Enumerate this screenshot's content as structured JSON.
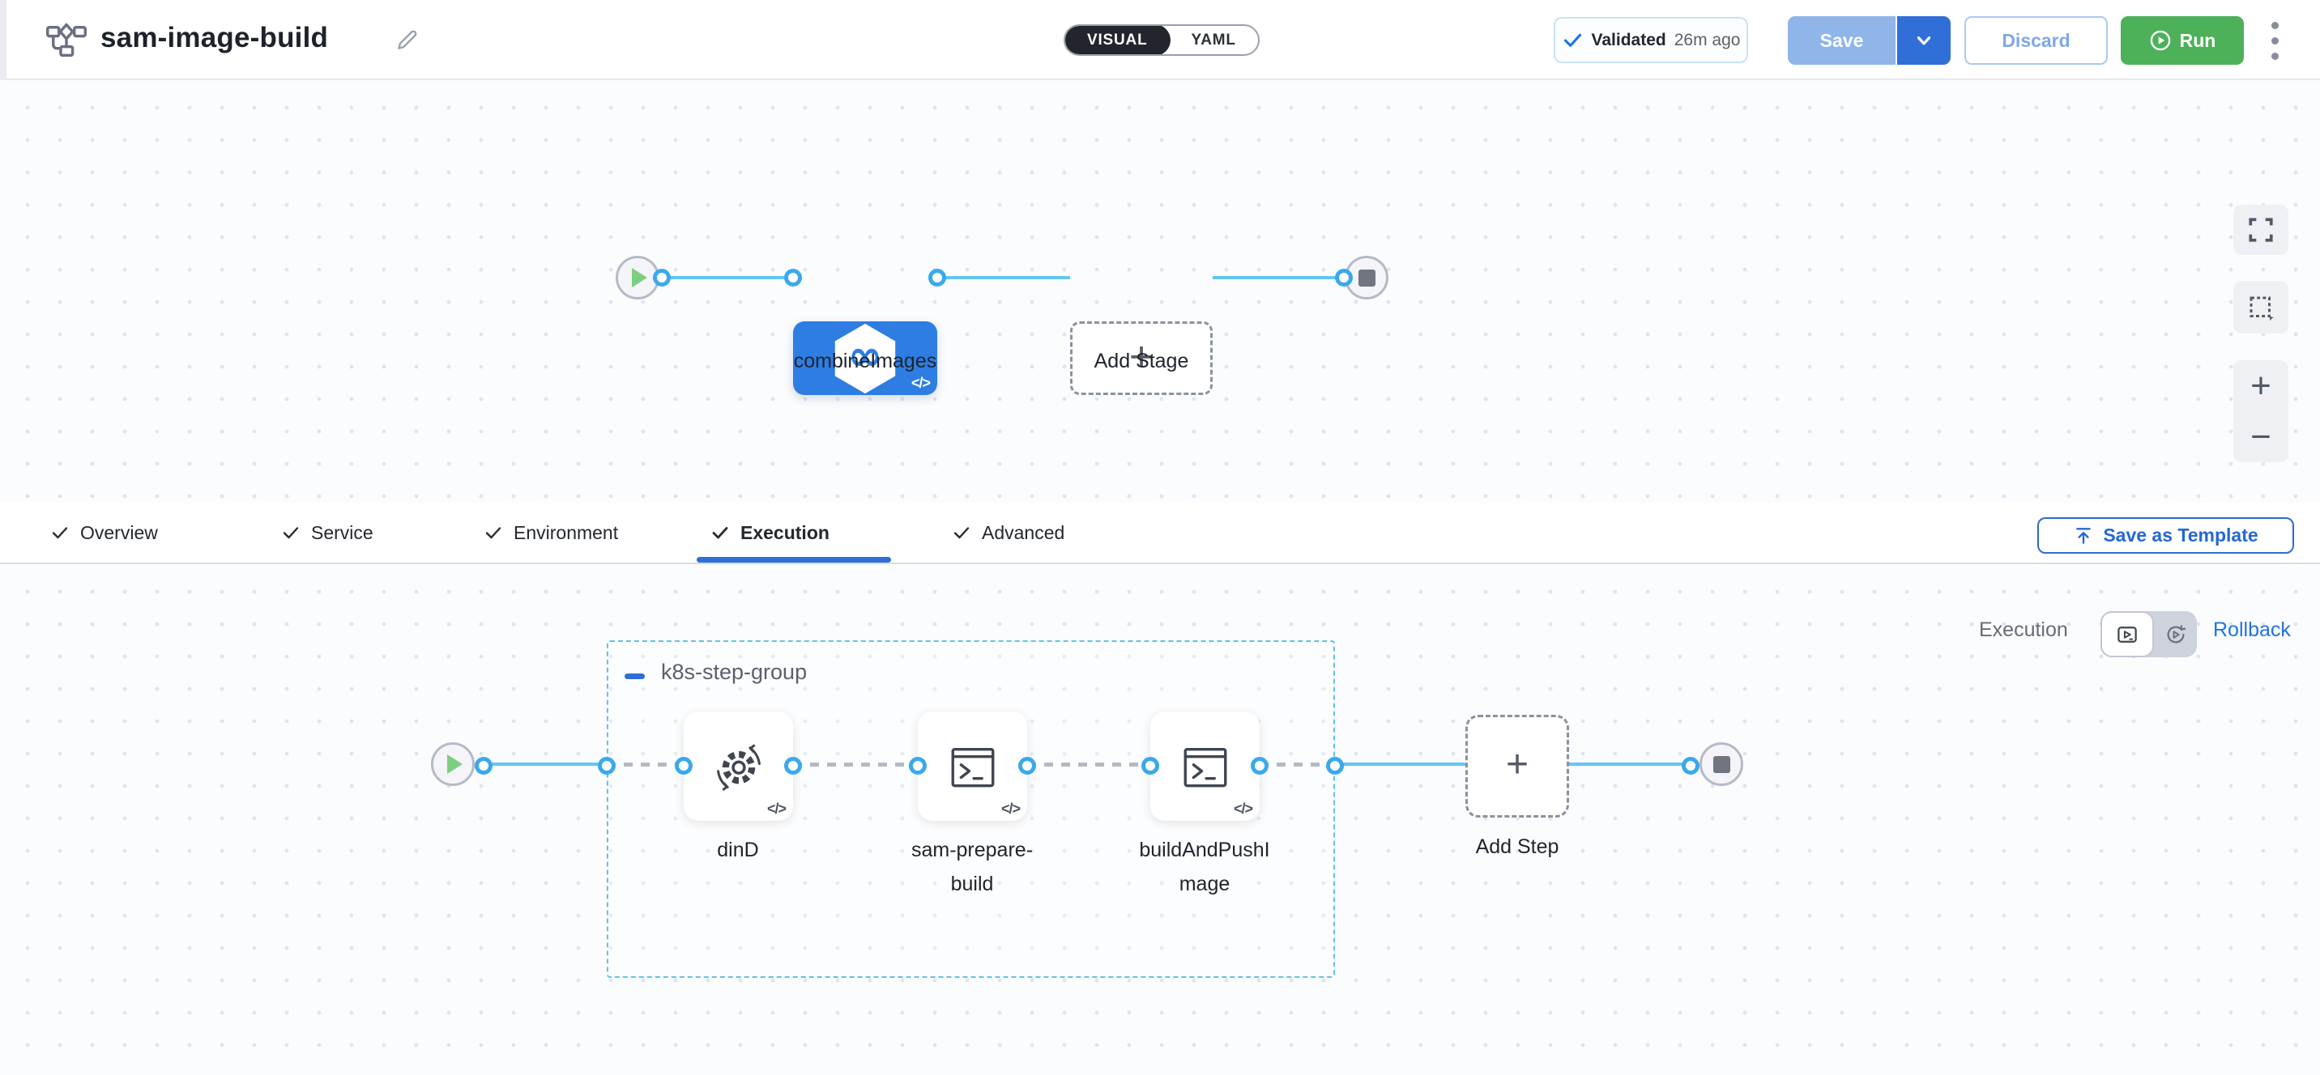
{
  "header": {
    "title": "sam-image-build",
    "mode_visual": "VISUAL",
    "mode_yaml": "YAML",
    "validated_label": "Validated",
    "validated_time": "26m ago",
    "save": "Save",
    "discard": "Discard",
    "run": "Run"
  },
  "pipeline": {
    "stage_label": "combineImages",
    "add_stage": "Add Stage"
  },
  "tabs": {
    "overview": "Overview",
    "service": "Service",
    "environment": "Environment",
    "execution": "Execution",
    "advanced": "Advanced",
    "active": "Execution",
    "save_as_template": "Save as Template"
  },
  "execution_panel": {
    "panel_label": "Execution",
    "rollback": "Rollback",
    "group_label": "k8s-step-group",
    "steps": [
      {
        "label": "dinD",
        "icon": "gear-sync-icon"
      },
      {
        "label": "sam-prepare-build",
        "icon": "terminal-icon"
      },
      {
        "label": "buildAndPushImage",
        "icon": "terminal-icon"
      }
    ],
    "add_step": "Add Step",
    "code_badge": "</>",
    "infinity_glyph": "∞",
    "plus_glyph": "+",
    "zoom_in_glyph": "+",
    "zoom_out_glyph": "−"
  },
  "colors": {
    "primary_blue": "#2d7de3",
    "link_blue": "#2073e0",
    "connector_ring": "#3aa9eb",
    "line_blue": "#62c6f1",
    "run_green": "#4db159",
    "group_border": "#5fc2ea",
    "save_disabled": "#8fb5e9"
  }
}
